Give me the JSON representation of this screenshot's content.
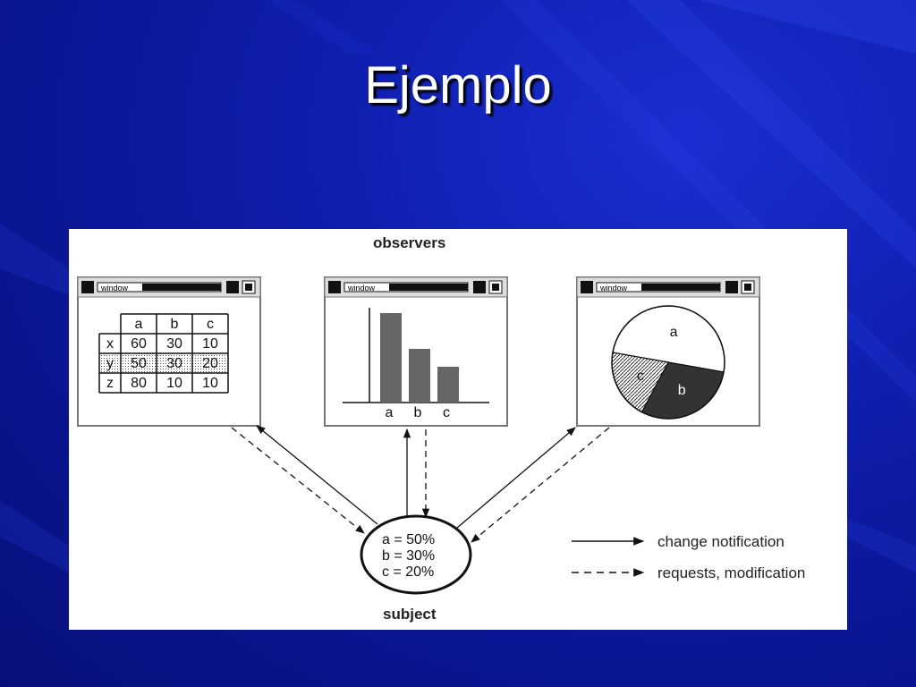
{
  "slide": {
    "title": "Ejemplo"
  },
  "diagram": {
    "observers_label": "observers",
    "subject_label": "subject",
    "window_label": "window",
    "table": {
      "headers": [
        "a",
        "b",
        "c"
      ],
      "rows": [
        {
          "label": "x",
          "values": [
            "60",
            "30",
            "10"
          ]
        },
        {
          "label": "y",
          "values": [
            "50",
            "30",
            "20"
          ]
        },
        {
          "label": "z",
          "values": [
            "80",
            "10",
            "10"
          ]
        }
      ]
    },
    "bar_labels": [
      "a",
      "b",
      "c"
    ],
    "bar_values": [
      50,
      30,
      20
    ],
    "pie_labels": [
      "a",
      "b",
      "c"
    ],
    "subject_lines": [
      "a = 50%",
      "b = 30%",
      "c = 20%"
    ],
    "legend": {
      "solid": "change notification",
      "dashed": "requests, modification"
    }
  }
}
